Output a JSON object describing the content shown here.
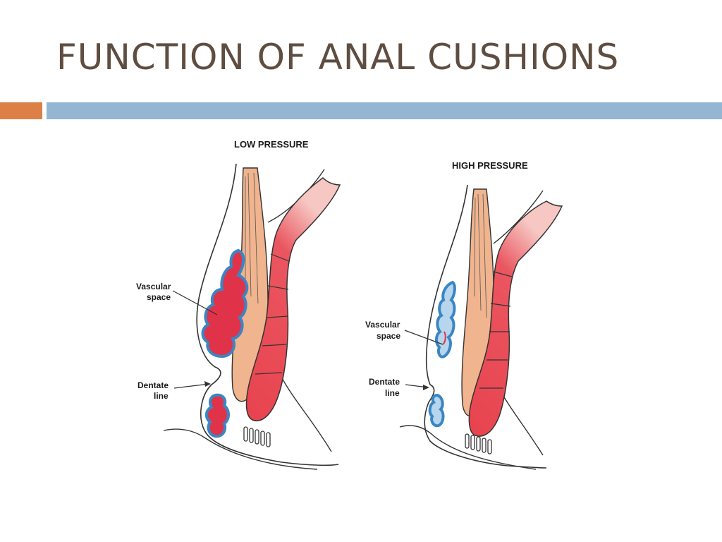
{
  "slide": {
    "title": "FUNCTION OF ANAL CUSHIONS"
  },
  "left_panel": {
    "heading": "LOW PRESSURE",
    "vascular_label_1": "Vascular",
    "vascular_label_2": "space",
    "dentate_label_1": "Dentate",
    "dentate_label_2": "line"
  },
  "right_panel": {
    "heading": "HIGH PRESSURE",
    "vascular_label_1": "Vascular",
    "vascular_label_2": "space",
    "dentate_label_1": "Dentate",
    "dentate_label_2": "line"
  },
  "colors": {
    "title": "#5e4d40",
    "accent_orange": "#dd8047",
    "accent_blue": "#94b6d2",
    "muscle_red": "#e8434e",
    "internal_sphincter": "#f0b48e",
    "vascular_blue": "#3a86c4",
    "vascular_red": "#e0334a"
  }
}
